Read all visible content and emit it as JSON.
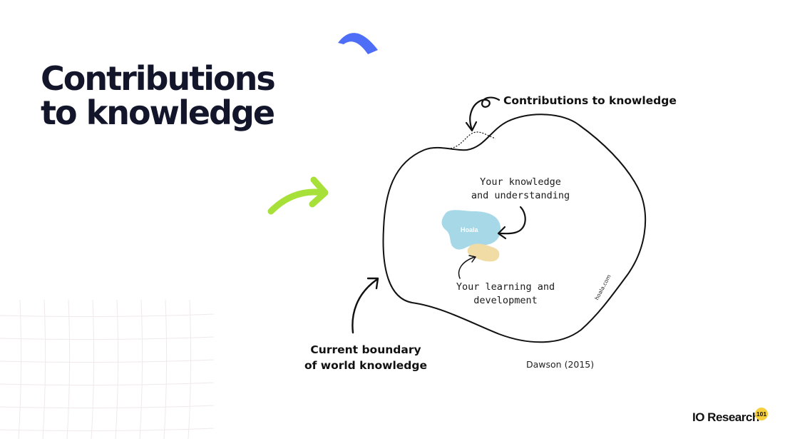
{
  "slide": {
    "title_line1": "Contributions",
    "title_line2": "to knowledge",
    "brand": "IO Research",
    "brand_badge": "101",
    "accent_blue": "#4f6ef7",
    "accent_green": "#a8e03a",
    "title_color": "#13152b"
  },
  "diagram": {
    "label_contributions": "Contributions to knowledge",
    "label_your_knowledge_1": "Your knowledge",
    "label_your_knowledge_2": "and understanding",
    "label_learning_1": "Your learning and",
    "label_learning_2": "development",
    "label_boundary_1": "Current boundary",
    "label_boundary_2": "of world knowledge",
    "citation": "Dawson (2015)",
    "watermark": "hoala.com",
    "blob_text": "Hoala",
    "blob_colors": {
      "knowledge": "#a6d8e8",
      "learning": "#f0dca4"
    }
  }
}
